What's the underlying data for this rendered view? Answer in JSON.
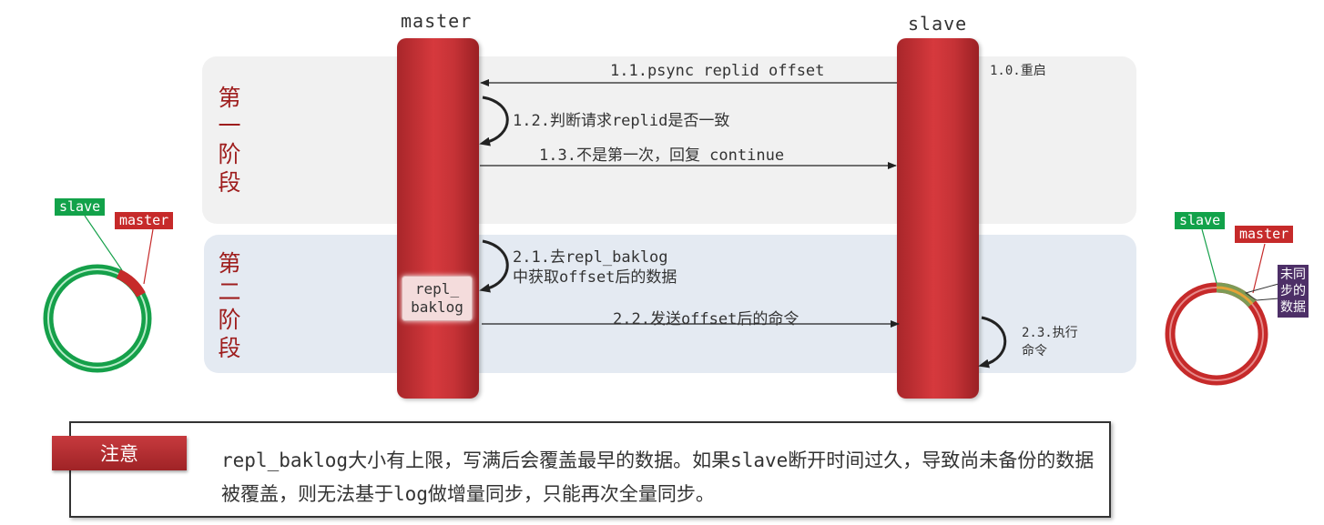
{
  "nodes": {
    "master": "master",
    "slave": "slave"
  },
  "phases": {
    "phase1": "第\n一\n阶\n段",
    "phase2": "第\n二\n阶\n段"
  },
  "steps": {
    "s1_0": "1.0.重启",
    "s1_1": "1.1.psync replid offset",
    "s1_2": "1.2.判断请求replid是否一致",
    "s1_3": "1.3.不是第一次，回复 continue",
    "s2_1": "2.1.去repl_baklog\n中获取offset后的数据",
    "s2_2": "2.2.发送offset后的命令",
    "s2_3": "2.3.执行\n命令"
  },
  "buffer_label": "repl_\nbaklog",
  "left_ring": {
    "slave_tag": "slave",
    "master_tag": "master"
  },
  "right_ring": {
    "slave_tag": "slave",
    "master_tag": "master",
    "unsynced_tag": "未同\n步的\n数据"
  },
  "note": {
    "tag": "注意",
    "text": "repl_baklog大小有上限，写满后会覆盖最早的数据。如果slave断开时间过久，导致尚未备份的数据被覆盖，则无法基于log做增量同步，只能再次全量同步。"
  },
  "colors": {
    "bar": "#c53236",
    "phase_label": "#9e1d1d",
    "green": "#12a24a",
    "red": "#c62a2a",
    "purple": "#4d2f67"
  }
}
